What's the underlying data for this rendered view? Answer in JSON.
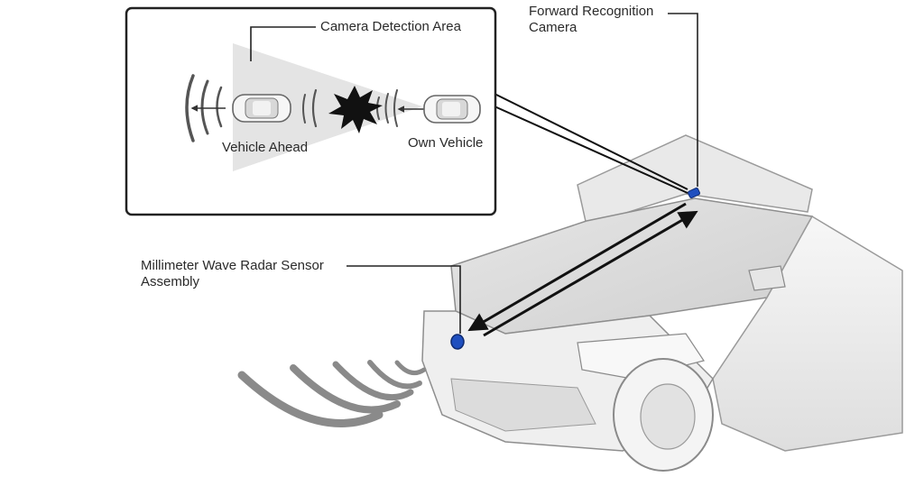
{
  "inset": {
    "camera_detection_area": "Camera Detection Area",
    "vehicle_ahead": "Vehicle Ahead",
    "own_vehicle": "Own Vehicle"
  },
  "callouts": {
    "forward_camera_line1": "Forward Recognition",
    "forward_camera_line2": "Camera",
    "radar_line1": "Millimeter Wave Radar Sensor",
    "radar_line2": "Assembly"
  },
  "colors": {
    "sensor_blue": "#1f4fbf",
    "line": "#222222",
    "wave": "#8a8a8a",
    "car_body": "#f2f2f2"
  },
  "icons": {
    "impact": "collision-burst-icon",
    "car": "car-top-view-icon"
  }
}
